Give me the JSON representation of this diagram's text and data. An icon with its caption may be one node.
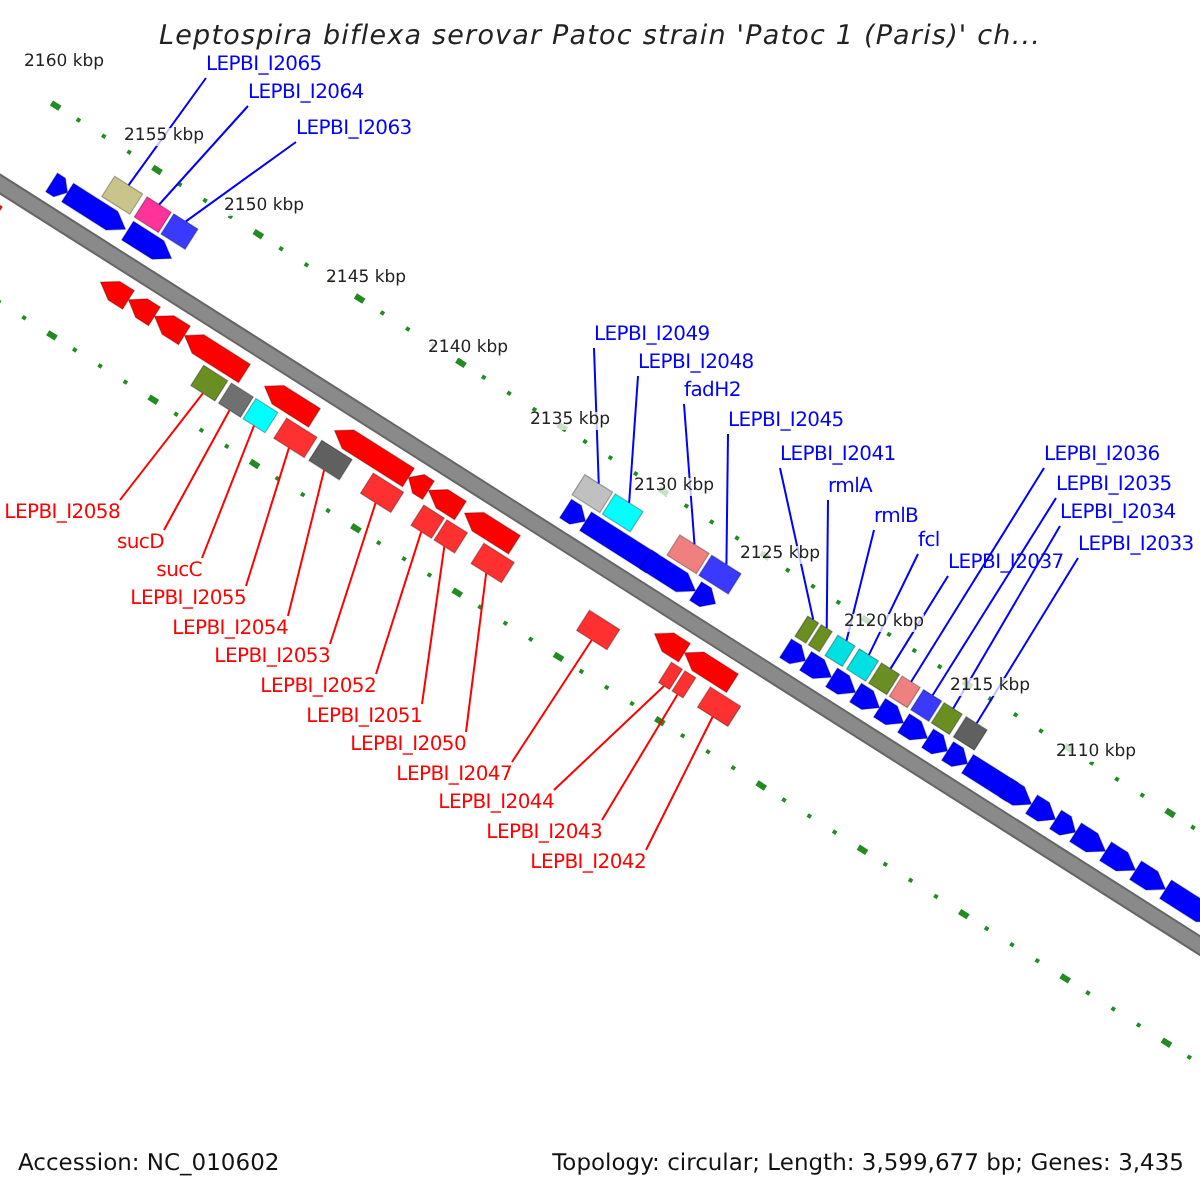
{
  "diagram": {
    "title": "Leptospira biflexa serovar Patoc strain 'Patoc 1 (Paris)' ch...",
    "nodes": [
      {
        "text": [
          "LEPBI_I2065"
        ]
      },
      {
        "text": [
          "LEPBI_I2064"
        ]
      },
      {
        "text": [
          "LEPBI_I2063"
        ]
      },
      {
        "text": [
          "LEPBI_I2049"
        ]
      },
      {
        "text": [
          "LEPBI_I2048"
        ]
      },
      {
        "text": [
          "fadH2"
        ]
      },
      {
        "text": [
          "LEPBI_I2045"
        ]
      },
      {
        "text": [
          "LEPBI_I2041"
        ]
      },
      {
        "text": [
          "rmlA"
        ]
      },
      {
        "text": [
          "rmlB"
        ]
      },
      {
        "text": [
          "fcl"
        ]
      },
      {
        "text": [
          "LEPBI_I2037"
        ]
      },
      {
        "text": [
          "LEPBI_I2036"
        ]
      },
      {
        "text": [
          "LEPBI_I2035"
        ]
      },
      {
        "text": [
          "LEPBI_I2034"
        ]
      },
      {
        "text": [
          "LEPBI_I2033"
        ]
      },
      {
        "text": [
          "LEPBI_I2058"
        ]
      },
      {
        "text": [
          "sucD"
        ]
      },
      {
        "text": [
          "sucC"
        ]
      },
      {
        "text": [
          "LEPBI_I2055"
        ]
      },
      {
        "text": [
          "LEPBI_I2054"
        ]
      },
      {
        "text": [
          "LEPBI_I2053"
        ]
      },
      {
        "text": [
          "LEPBI_I2052"
        ]
      },
      {
        "text": [
          "LEPBI_I2051"
        ]
      },
      {
        "text": [
          "LEPBI_I2050"
        ]
      },
      {
        "text": [
          "LEPBI_I2047"
        ]
      },
      {
        "text": [
          "LEPBI_I2044"
        ]
      },
      {
        "text": [
          "LEPBI_I2043"
        ]
      },
      {
        "text": [
          "LEPBI_I2042"
        ]
      },
      {
        "text": [],
        "shape": "box"
      },
      {
        "text": [],
        "shape": "box"
      },
      {
        "text": [],
        "shape": "box"
      },
      {
        "text": [],
        "shape": "box"
      },
      {
        "text": [],
        "shape": "box"
      },
      {
        "text": [],
        "shape": "box"
      },
      {
        "text": [],
        "shape": "box"
      },
      {
        "text": [],
        "shape": "box"
      },
      {
        "text": [],
        "shape": "box"
      },
      {
        "text": [],
        "shape": "box"
      },
      {
        "text": [],
        "shape": "box"
      },
      {
        "text": [],
        "shape": "box"
      },
      {
        "text": [],
        "shape": "box"
      },
      {
        "text": [],
        "shape": "box"
      },
      {
        "text": [],
        "shape": "box"
      },
      {
        "text": [],
        "shape": "box"
      },
      {
        "text": [],
        "shape": "box"
      },
      {
        "text": [],
        "shape": "box"
      },
      {
        "text": [],
        "shape": "box"
      },
      {
        "text": [],
        "shape": "box"
      },
      {
        "text": [],
        "shape": "box"
      },
      {
        "text": [],
        "shape": "box"
      },
      {
        "text": [],
        "shape": "box"
      },
      {
        "text": [],
        "shape": "box"
      },
      {
        "text": [],
        "shape": "box"
      },
      {
        "text": [],
        "shape": "box"
      },
      {
        "text": [],
        "shape": "box"
      },
      {
        "text": [],
        "shape": "box"
      },
      {
        "text": [],
        "shape": "box"
      }
    ],
    "edges": [
      {
        "from": 0,
        "to": 29,
        "arrow": "none"
      },
      {
        "from": 1,
        "to": 30,
        "arrow": "none"
      },
      {
        "from": 2,
        "to": 31,
        "arrow": "none"
      },
      {
        "from": 3,
        "to": 41,
        "arrow": "none"
      },
      {
        "from": 4,
        "to": 42,
        "arrow": "none"
      },
      {
        "from": 5,
        "to": 44,
        "arrow": "none"
      },
      {
        "from": 6,
        "to": 45,
        "arrow": "none"
      },
      {
        "from": 7,
        "to": 49,
        "arrow": "none"
      },
      {
        "from": 8,
        "to": 50,
        "arrow": "none"
      },
      {
        "from": 9,
        "to": 51,
        "arrow": "none"
      },
      {
        "from": 10,
        "to": 52,
        "arrow": "none"
      },
      {
        "from": 11,
        "to": 53,
        "arrow": "none"
      },
      {
        "from": 12,
        "to": 54,
        "arrow": "none"
      },
      {
        "from": 13,
        "to": 55,
        "arrow": "none"
      },
      {
        "from": 14,
        "to": 56,
        "arrow": "none"
      },
      {
        "from": 15,
        "to": 57,
        "arrow": "none"
      },
      {
        "from": 16,
        "to": 32,
        "arrow": "none",
        "color": "#ff0000"
      },
      {
        "from": 17,
        "to": 33,
        "arrow": "none",
        "color": "#ff0000"
      },
      {
        "from": 18,
        "to": 34,
        "arrow": "none",
        "color": "#ff0000"
      },
      {
        "from": 19,
        "to": 35,
        "arrow": "none",
        "color": "#ff0000"
      },
      {
        "from": 20,
        "to": 36,
        "arrow": "none",
        "color": "#ff0000"
      },
      {
        "from": 21,
        "to": 37,
        "arrow": "none",
        "color": "#ff0000"
      },
      {
        "from": 22,
        "to": 38,
        "arrow": "none",
        "color": "#ff0000"
      },
      {
        "from": 23,
        "to": 39,
        "arrow": "none",
        "color": "#ff0000"
      },
      {
        "from": 24,
        "to": 40,
        "arrow": "none",
        "color": "#ff0000"
      },
      {
        "from": 25,
        "to": 43,
        "arrow": "none",
        "color": "#ff0000"
      },
      {
        "from": 26,
        "to": 46,
        "arrow": "none",
        "color": "#ff0000"
      },
      {
        "from": 27,
        "to": 47,
        "arrow": "none",
        "color": "#ff0000"
      },
      {
        "from": 28,
        "to": 48,
        "arrow": "none",
        "color": "#ff0000"
      }
    ],
    "labels": [
      "2160 kbp",
      "2155 kbp",
      "2150 kbp",
      "2145 kbp",
      "2140 kbp",
      "2135 kbp",
      "2130 kbp",
      "2125 kbp",
      "2120 kbp",
      "2115 kbp",
      "2110 kbp",
      "Accession: NC_010602",
      "Topology: circular; Length: 3,599,677 bp; Genes: 3,435"
    ]
  }
}
